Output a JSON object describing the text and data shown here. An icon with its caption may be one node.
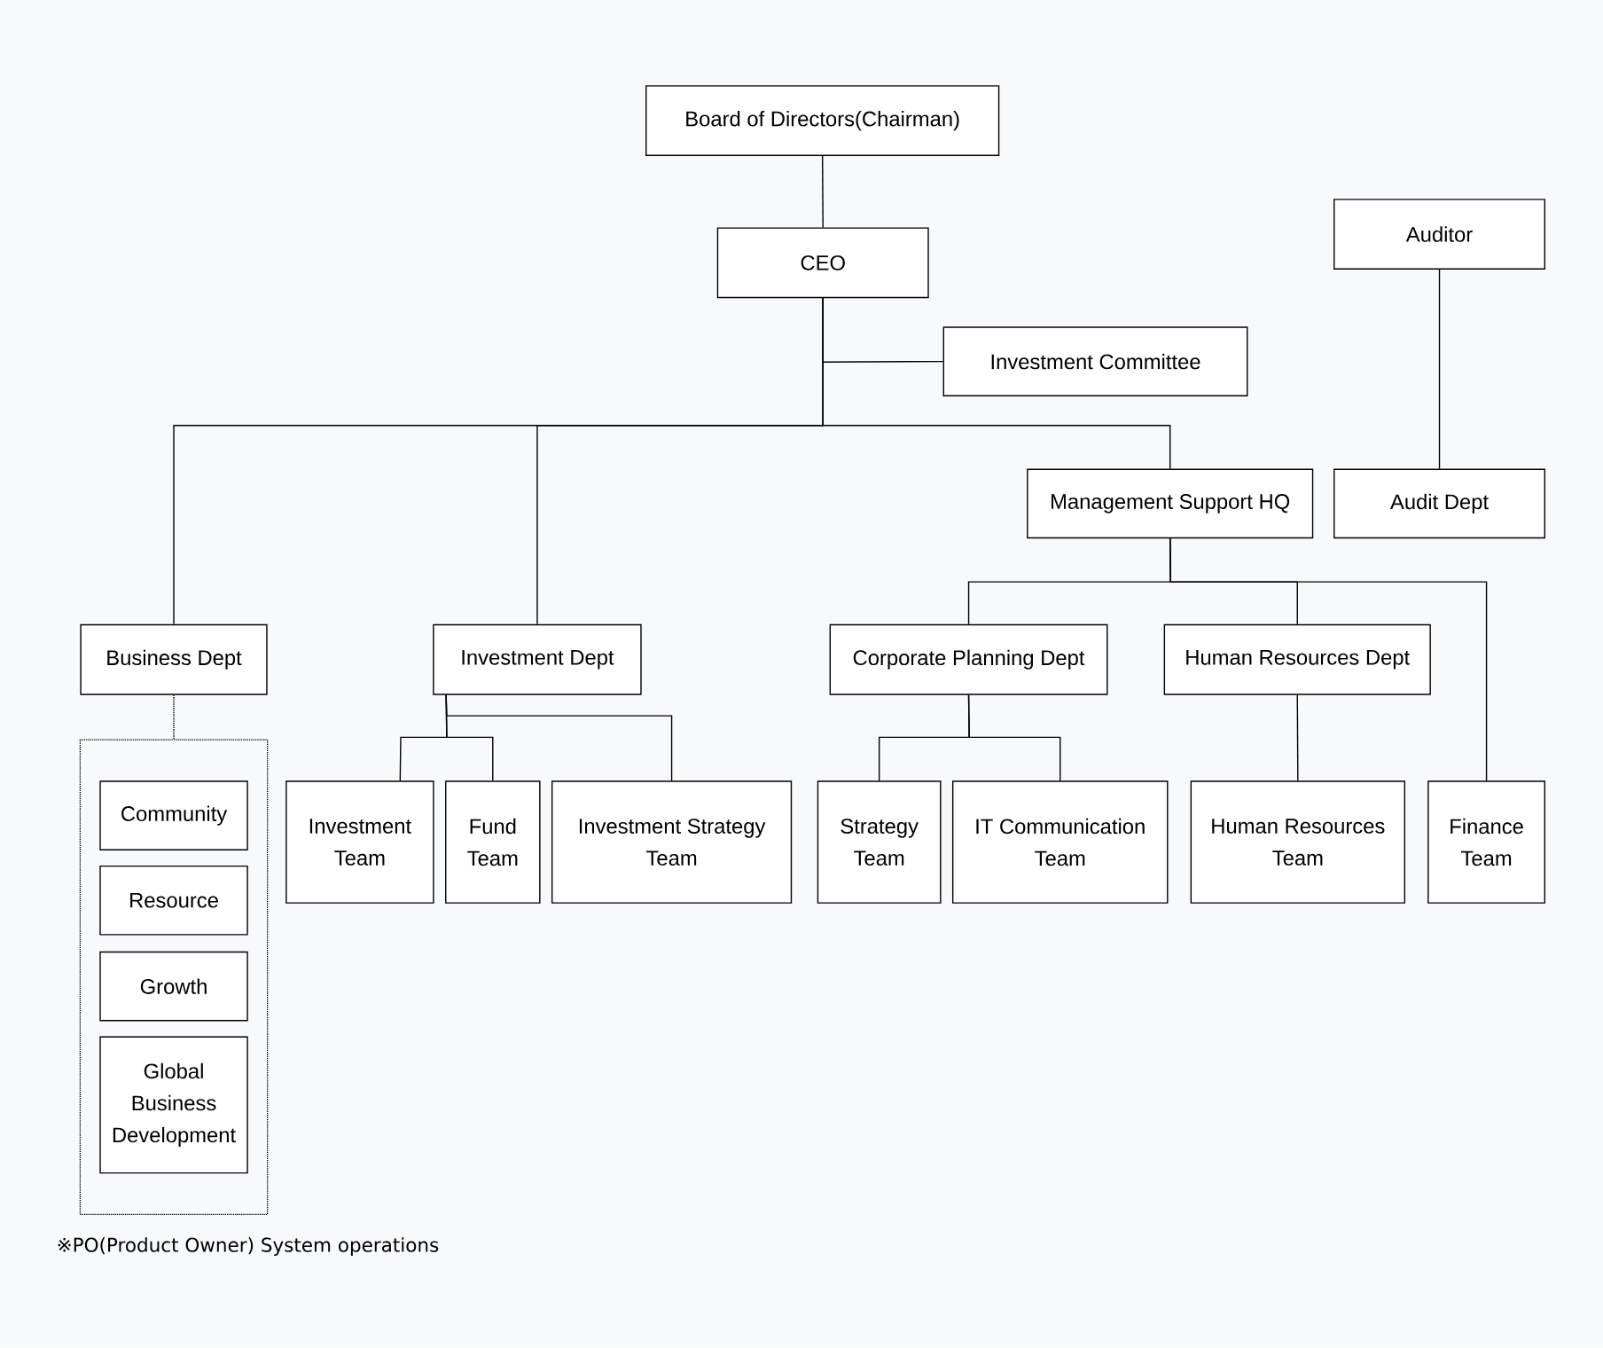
{
  "diagram": {
    "nodes": [
      {
        "text": [
          "Board of Directors(Chairman)"
        ]
      },
      {
        "text": [
          "CEO"
        ]
      },
      {
        "text": [
          "Investment Committee"
        ]
      },
      {
        "text": [
          "Auditor"
        ]
      },
      {
        "text": [
          "Management Support HQ"
        ]
      },
      {
        "text": [
          "Audit Dept"
        ]
      },
      {
        "text": [
          "Business Dept"
        ]
      },
      {
        "text": [],
        "shape": "box"
      },
      {
        "text": [
          "Community"
        ],
        "in": 7
      },
      {
        "text": [
          "Resource"
        ],
        "in": 7
      },
      {
        "text": [
          "Growth"
        ],
        "in": 7
      },
      {
        "text": [
          "Global Business Development"
        ],
        "in": 7
      },
      {
        "text": [
          "Investment Dept"
        ]
      },
      {
        "text": [
          "Corporate Planning Dept"
        ]
      },
      {
        "text": [
          "Human Resources Dept"
        ]
      },
      {
        "text": [
          "Investment Team"
        ]
      },
      {
        "text": [
          "Fund Team"
        ]
      },
      {
        "text": [
          "Investment Strategy Team"
        ]
      },
      {
        "text": [
          "Strategy Team"
        ]
      },
      {
        "text": [
          "IT Communication Team"
        ]
      },
      {
        "text": [
          "Human Resources Team"
        ]
      },
      {
        "text": [
          "Finance Team"
        ]
      }
    ],
    "edges": [
      {
        "from": 0,
        "to": 1,
        "arrow": "none"
      },
      {
        "from": 1,
        "to": 2,
        "arrow": "none"
      },
      {
        "from": 1,
        "to": 6,
        "arrow": "none"
      },
      {
        "from": 1,
        "to": 12,
        "arrow": "none"
      },
      {
        "from": 1,
        "to": 4,
        "arrow": "none"
      },
      {
        "from": 3,
        "to": 5,
        "arrow": "none"
      },
      {
        "from": 4,
        "to": 13,
        "arrow": "none"
      },
      {
        "from": 4,
        "to": 14,
        "arrow": "none"
      },
      {
        "from": 4,
        "to": 21,
        "arrow": "none"
      },
      {
        "from": 6,
        "to": 7,
        "arrow": "none",
        "style": "dashed"
      },
      {
        "from": 12,
        "to": 15,
        "arrow": "none"
      },
      {
        "from": 12,
        "to": 16,
        "arrow": "none"
      },
      {
        "from": 12,
        "to": 17,
        "arrow": "none"
      },
      {
        "from": 13,
        "to": 18,
        "arrow": "none"
      },
      {
        "from": 13,
        "to": 19,
        "arrow": "none"
      },
      {
        "from": 14,
        "to": 20,
        "arrow": "none"
      }
    ],
    "labels": [
      "※PO(Product Owner) System operations"
    ]
  }
}
